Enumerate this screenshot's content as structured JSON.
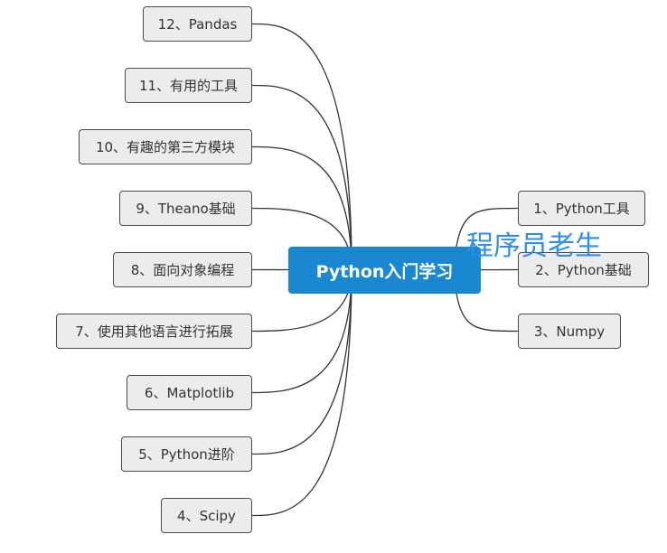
{
  "colors": {
    "root_fill": "#1a87d1",
    "root_text": "#ffffff",
    "node_fill": "#ececec",
    "node_border": "#4a4a4a",
    "node_text": "#333333",
    "link": "#333333",
    "watermark": "#2f8fe8"
  },
  "root": {
    "label": "Python入门学习"
  },
  "right_nodes": [
    {
      "label": "1、Python工具"
    },
    {
      "label": "2、Python基础"
    },
    {
      "label": "3、Numpy"
    }
  ],
  "left_nodes": [
    {
      "label": "12、Pandas"
    },
    {
      "label": "11、有用的工具"
    },
    {
      "label": "10、有趣的第三方模块"
    },
    {
      "label": "9、Theano基础"
    },
    {
      "label": "8、面向对象编程"
    },
    {
      "label": "7、使用其他语言进行拓展"
    },
    {
      "label": "6、Matplotlib"
    },
    {
      "label": "5、Python进阶"
    },
    {
      "label": "4、Scipy"
    }
  ],
  "watermark": {
    "text": "程序员老生"
  }
}
